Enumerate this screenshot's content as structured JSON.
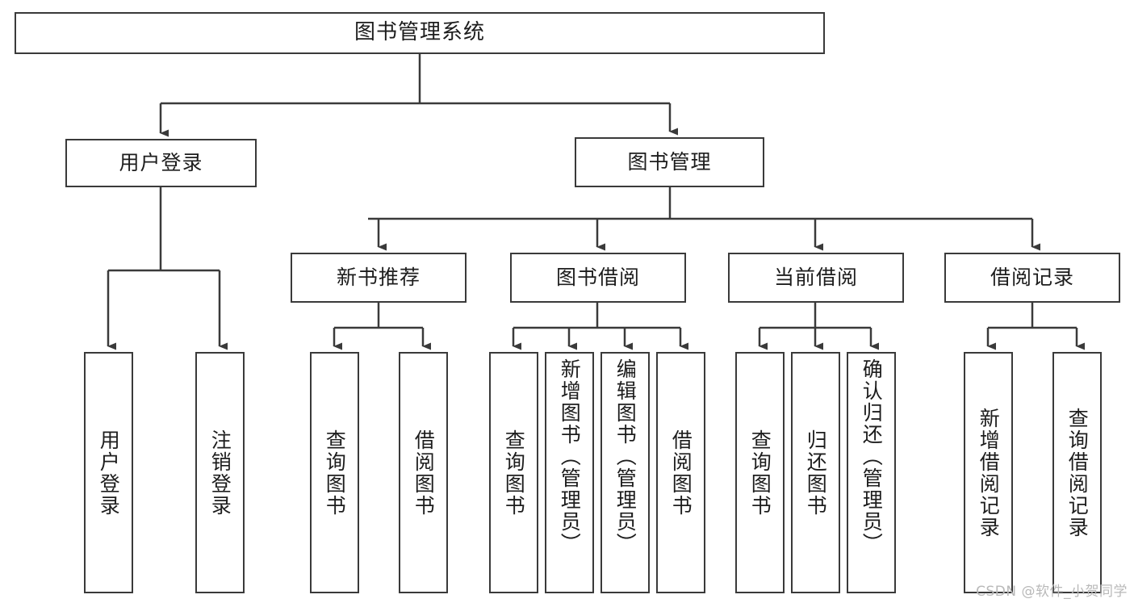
{
  "diagram": {
    "title": "图书管理系统",
    "type": "hierarchy-tree",
    "watermark": "CSDN @软件_小贺同学",
    "colors": {
      "stroke": "#3a3a3a",
      "fill": "#ffffff",
      "text": "#1d1d1d",
      "watermark": "#b9b9b9"
    },
    "levels": {
      "root": [
        "图书管理系统"
      ],
      "level2": [
        "用户登录",
        "图书管理"
      ],
      "level3": [
        "新书推荐",
        "图书借阅",
        "当前借阅",
        "借阅记录"
      ],
      "leaves": [
        "用户登录",
        "注销登录",
        "查询图书",
        "借阅图书",
        "查询图书",
        "新增图书（管理员）",
        "编辑图书（管理员）",
        "借阅图书",
        "查询图书",
        "归还图书",
        "确认归还（管理员）",
        "新增借阅记录",
        "查询借阅记录"
      ]
    },
    "nodes": {
      "root": {
        "label": "图书管理系统"
      },
      "user_login": {
        "label": "用户登录"
      },
      "book_manage": {
        "label": "图书管理"
      },
      "new_book_rec": {
        "label": "新书推荐"
      },
      "book_borrow": {
        "label": "图书借阅"
      },
      "current_borrow": {
        "label": "当前借阅"
      },
      "borrow_record": {
        "label": "借阅记录"
      },
      "leaf_user_login": {
        "label": "用户登录"
      },
      "leaf_user_logout": {
        "label": "注销登录"
      },
      "leaf_rec_query": {
        "label": "查询图书"
      },
      "leaf_rec_borrow": {
        "label": "借阅图书"
      },
      "leaf_borrow_query": {
        "label": "查询图书"
      },
      "leaf_borrow_add": {
        "label": "新增图书（管理员）"
      },
      "leaf_borrow_edit": {
        "label": "编辑图书（管理员）"
      },
      "leaf_borrow_do": {
        "label": "借阅图书"
      },
      "leaf_cur_query": {
        "label": "查询图书"
      },
      "leaf_cur_return": {
        "label": "归还图书"
      },
      "leaf_cur_confirm": {
        "label": "确认归还（管理员）"
      },
      "leaf_rcd_add": {
        "label": "新增借阅记录"
      },
      "leaf_rcd_query": {
        "label": "查询借阅记录"
      }
    }
  }
}
